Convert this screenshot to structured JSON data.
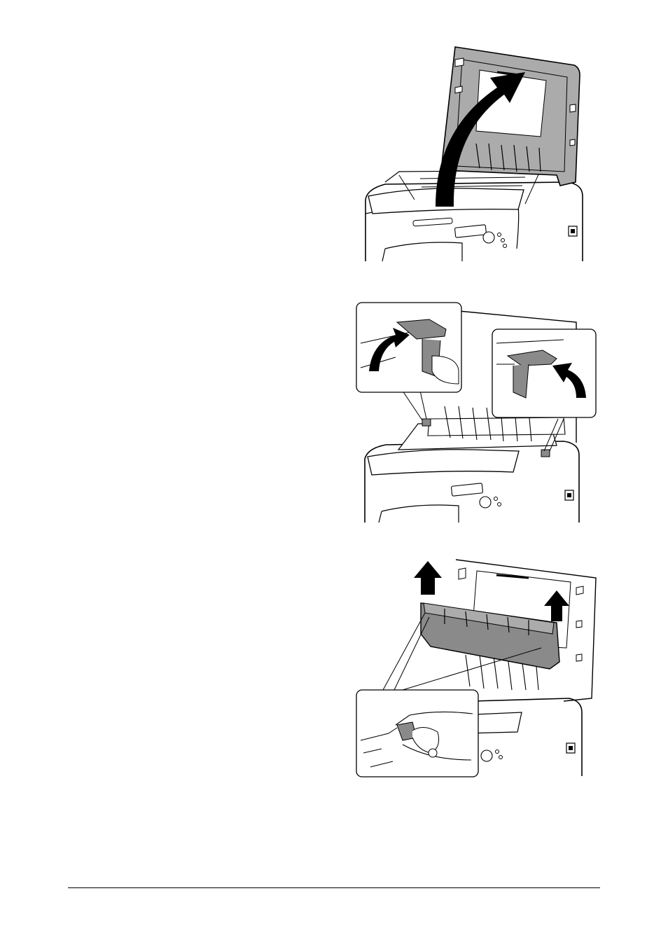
{
  "page": {
    "figures": [
      {
        "icon": "open-top-cover-illustration"
      },
      {
        "icon": "raise-fuser-levers-illustration"
      },
      {
        "icon": "lift-out-fuser-unit-illustration"
      }
    ],
    "colors": {
      "line": "#000000",
      "part_fill": "#8a8a8a",
      "cover_fill": "#ababab",
      "paper": "#ffffff"
    }
  }
}
